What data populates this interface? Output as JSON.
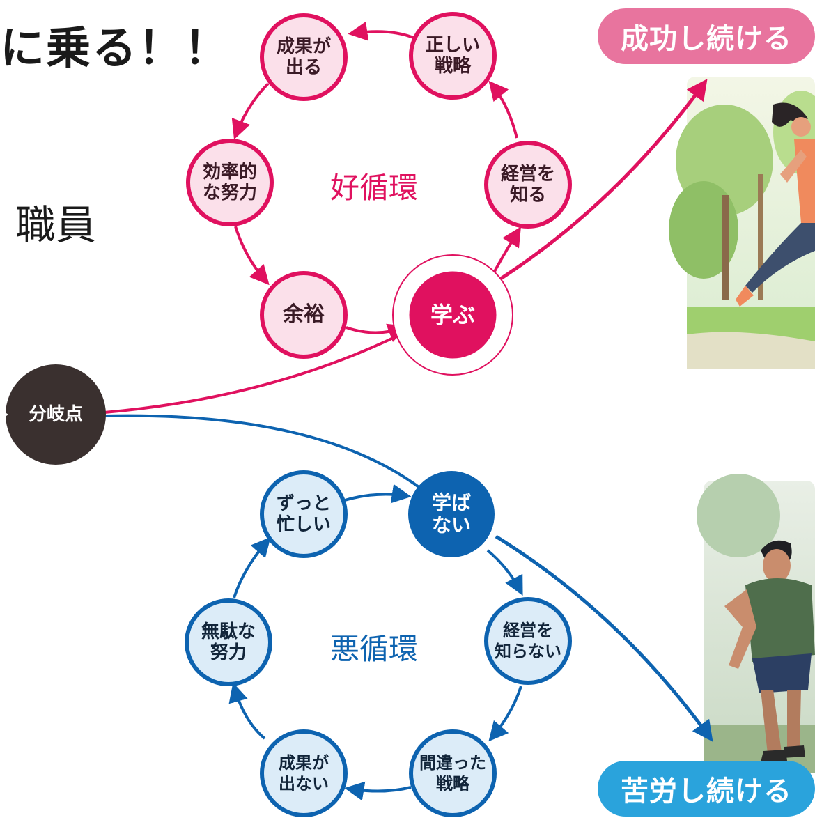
{
  "heading": "に乗る！！",
  "staff_label": "職員",
  "branch_point": "分岐点",
  "good_cycle": {
    "title": "好循環",
    "outcome": "成功し続ける",
    "nodes": {
      "learn": "学ぶ",
      "know_business": "経営を\n知る",
      "right_strategy": "正しい\n戦略",
      "results": "成果が\n出る",
      "efficient_effort": "効率的\nな努力",
      "leeway": "余裕"
    }
  },
  "bad_cycle": {
    "title": "悪循環",
    "outcome": "苦労し続ける",
    "nodes": {
      "not_learn": "学ば\nない",
      "not_know_business": "経営を\n知らない",
      "wrong_strategy": "間違った\n戦略",
      "no_results": "成果が\n出ない",
      "wasted_effort": "無駄な\n努力",
      "always_busy": "ずっと\n忙しい"
    }
  },
  "colors": {
    "good": "#e0115f",
    "good_light": "#fbe0ea",
    "bad": "#0d63b0",
    "bad_light": "#dcecf8",
    "branch": "#3a302f"
  },
  "illustrations": {
    "good": "woman-running-in-park-illustration",
    "bad": "exhausted-man-illustration"
  }
}
